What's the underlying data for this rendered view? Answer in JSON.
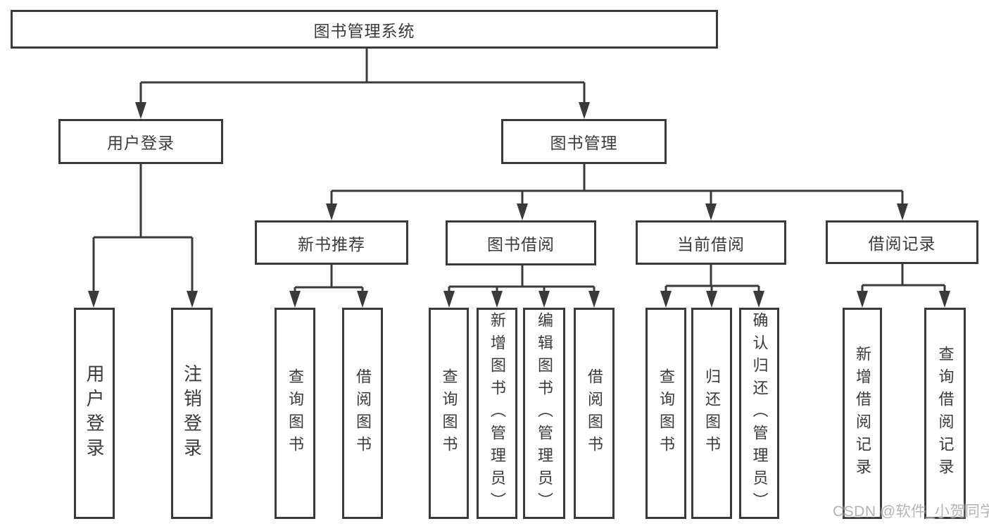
{
  "tree": {
    "label": "图书管理系统",
    "children": [
      {
        "label": "用户登录",
        "children": [
          {
            "label": "用户登录"
          },
          {
            "label": "注销登录"
          }
        ]
      },
      {
        "label": "图书管理",
        "children": [
          {
            "label": "新书推荐",
            "children": [
              {
                "label": "查询图书"
              },
              {
                "label": "借阅图书"
              }
            ]
          },
          {
            "label": "图书借阅",
            "children": [
              {
                "label": "查询图书"
              },
              {
                "label": "新增图书（管理员）"
              },
              {
                "label": "编辑图书（管理员）"
              },
              {
                "label": "借阅图书"
              }
            ]
          },
          {
            "label": "当前借阅",
            "children": [
              {
                "label": "查询图书"
              },
              {
                "label": "归还图书"
              },
              {
                "label": "确认归还（管理员）"
              }
            ]
          },
          {
            "label": "借阅记录",
            "children": [
              {
                "label": "新增借阅记录"
              },
              {
                "label": "查询借阅记录"
              }
            ]
          }
        ]
      }
    ]
  },
  "watermark": {
    "text": "CSDN @软件_小贺同学"
  },
  "colors": {
    "line": "#3a3a3a",
    "text": "#3a3a3a",
    "watermark": "#b4b4b4",
    "background": "#ffffff"
  }
}
